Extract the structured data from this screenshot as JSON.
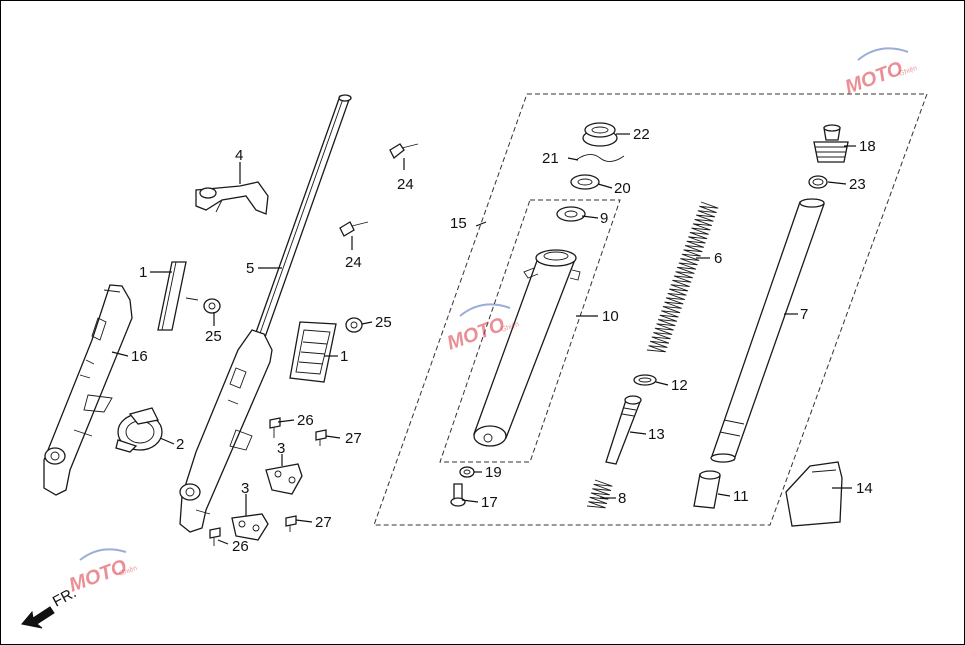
{
  "watermark": {
    "text": "MOTO",
    "subtext": "Ghiện"
  },
  "direction_label": "FR.",
  "callouts": {
    "c1a": "1",
    "c1b": "1",
    "c2": "2",
    "c3a": "3",
    "c3b": "3",
    "c4": "4",
    "c5": "5",
    "c6": "6",
    "c7": "7",
    "c8": "8",
    "c9": "9",
    "c10": "10",
    "c11": "11",
    "c12": "12",
    "c13": "13",
    "c14": "14",
    "c15": "15",
    "c16": "16",
    "c17": "17",
    "c18": "18",
    "c19": "19",
    "c20": "20",
    "c21": "21",
    "c22": "22",
    "c23": "23",
    "c24a": "24",
    "c24b": "24",
    "c25a": "25",
    "c25b": "25",
    "c26a": "26",
    "c26b": "26",
    "c27a": "27",
    "c27b": "27"
  }
}
